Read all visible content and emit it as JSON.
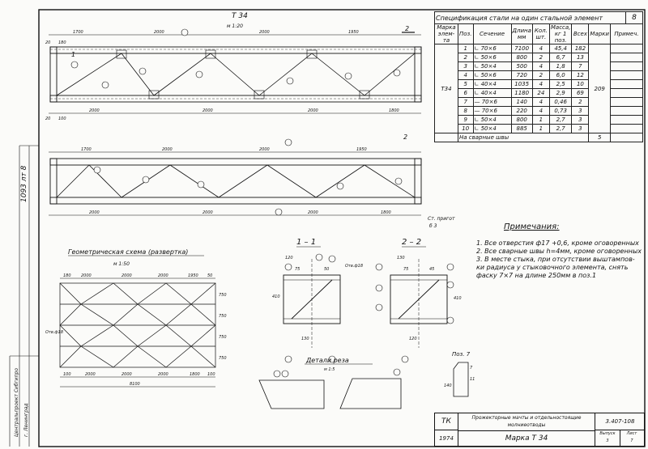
{
  "main_view": {
    "title": "Т 34",
    "scale": "м 1:20",
    "section_mark": "2",
    "section_mark_bottom": "2",
    "dims_top": [
      "1700",
      "2000",
      "2000",
      "1950"
    ],
    "dims_bottom": [
      "2000",
      "2000",
      "2000",
      "1800"
    ],
    "end_dims": [
      "20",
      "180",
      "20",
      "100"
    ]
  },
  "lower_view": {
    "dims_top": [
      "1700",
      "2000",
      "2000",
      "1950"
    ],
    "dims_bottom": [
      "2000",
      "2000",
      "2000",
      "1800"
    ],
    "ref_label": "Ст. пригот",
    "ref_sub": "б 3"
  },
  "geometric": {
    "title": "Геометрическая схема (развертка)",
    "scale": "м 1:50",
    "dims_top": [
      "180",
      "2000",
      "2000",
      "2000",
      "1950",
      "50"
    ],
    "dims_bottom": [
      "100",
      "2000",
      "2000",
      "2000",
      "1800",
      "100"
    ],
    "total": "8100",
    "mark_label": "Отв.ф18",
    "side_dims": [
      "750",
      "750",
      "750",
      "750"
    ]
  },
  "section_1": {
    "title": "1 – 1",
    "hole_label": "Отв.ф18",
    "dims": [
      "120",
      "75",
      "50",
      "410",
      "130"
    ]
  },
  "section_2": {
    "title": "2 – 2",
    "dims": [
      "130",
      "75",
      "45",
      "410",
      "120"
    ]
  },
  "detail": {
    "title": "Детали реза",
    "scale": "м 1:5",
    "pos_label": "Поз. 7",
    "dims": [
      "140",
      "7",
      "11"
    ]
  },
  "spec": {
    "title": "Спецификация стали на один стальной элемент",
    "sheet_no": "8",
    "headers": [
      "Марка элем-та",
      "Поз.",
      "Сечение",
      "Длина мм",
      "Кол. шт.",
      "Масса, кг 1 поз.",
      "Всех",
      "Марки",
      "Примеч."
    ],
    "mark": "Т34",
    "mark_mass": "209",
    "rows": [
      [
        "1",
        "∟ 70×6",
        "7100",
        "4",
        "45,4",
        "182"
      ],
      [
        "2",
        "∟ 50×6",
        "800",
        "2",
        "6,7",
        "13"
      ],
      [
        "3",
        "∟ 50×4",
        "500",
        "4",
        "1,8",
        "7"
      ],
      [
        "4",
        "∟ 50×6",
        "720",
        "2",
        "6,0",
        "12"
      ],
      [
        "5",
        "∟ 40×4",
        "1035",
        "4",
        "2,5",
        "10"
      ],
      [
        "6",
        "∟ 40×4",
        "1180",
        "24",
        "2,9",
        "69"
      ],
      [
        "7",
        "— 70×6",
        "140",
        "4",
        "0,46",
        "2"
      ],
      [
        "8",
        "— 70×6",
        "220",
        "4",
        "0,73",
        "3"
      ],
      [
        "9",
        "∟ 50×4",
        "800",
        "1",
        "2,7",
        "3"
      ],
      [
        "10",
        "∟ 50×4",
        "885",
        "1",
        "2,7",
        "3"
      ]
    ],
    "welds_label": "На сварные швы",
    "welds_value": "5"
  },
  "notes": {
    "title": "Примечания:",
    "items": [
      "1. Все отверстия ф17 +0,6, кроме оговоренных",
      "2. Все сварные швы h=4мм, кроме оговоренных",
      "3. В месте стыка, при отсутствии выштампов-",
      "ки радиуса у стыковочного элемента, снять",
      "фаску 7×7 на длине 250мм в поз.1"
    ]
  },
  "title_block": {
    "code": "ТК",
    "year": "1974",
    "description": "Прожекторные мачты и отдельностоящие молниеотводы",
    "mark": "Марка Т 34",
    "doc_no": "3.407-108",
    "issue_label": "Выпуск",
    "issue": "3",
    "sheet_label": "Лист",
    "sheet": "7"
  },
  "side_stamp": {
    "org": "Центральпроект Сибгипро",
    "city": "г. Ленинград",
    "ref": "1093 лт 8"
  }
}
